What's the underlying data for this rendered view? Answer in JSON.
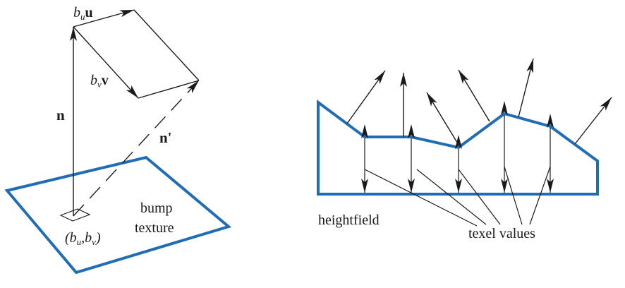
{
  "left_panel": {
    "bu_label": {
      "coef": "b",
      "sub": "u",
      "vec": "u"
    },
    "bv_label": {
      "coef": "b",
      "sub": "v",
      "vec": "v"
    },
    "n_label": "n",
    "nprime_label": "n'",
    "coord_label": {
      "open": "(",
      "b1": "b",
      "s1": "u",
      "comma": ",",
      "b2": "b",
      "s2": "v",
      "close": ")"
    },
    "bump_label_line1": "bump",
    "bump_label_line2": "texture"
  },
  "right_panel": {
    "heightfield_label": "heightfield",
    "texel_label": "texel values"
  },
  "colors": {
    "blue": "#1f6db5",
    "ink": "#1a1a1a"
  }
}
